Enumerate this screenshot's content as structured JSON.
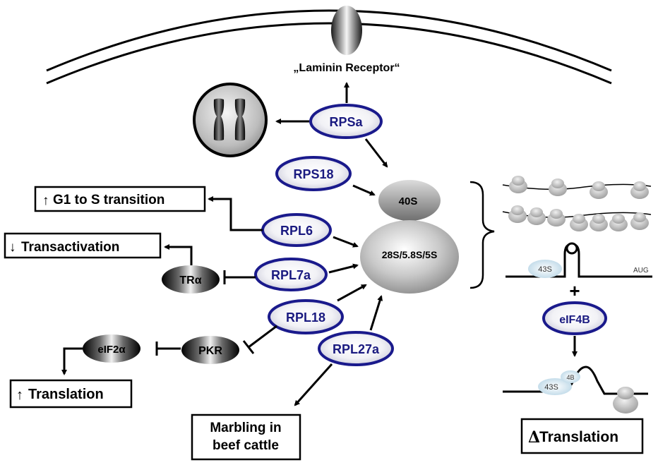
{
  "top": {
    "receptor_label": "„Laminin Receptor“"
  },
  "proteins": {
    "rpsa": "RPSa",
    "rps18": "RPS18",
    "rpl6": "RPL6",
    "rpl7a": "RPL7a",
    "rpl18": "RPL18",
    "rpl27a": "RPL27a",
    "eif4b": "eIF4B"
  },
  "ribosome": {
    "small": "40S",
    "large": "28S/5.8S/5S"
  },
  "dark_nodes": {
    "tra": "TRα",
    "pkr": "PKR",
    "eif2a": "eIF2α"
  },
  "boxes": {
    "g1s_arrow": "↑",
    "g1s": "G1 to S transition",
    "transact_arrow": "↓",
    "transact": "Transactivation",
    "translation_arrow": "↑",
    "translation": "Translation",
    "marbling_line1": "Marbling in",
    "marbling_line2": "beef cattle",
    "delta_symbol": "Δ",
    "delta_translation": "Translation"
  },
  "mrna_panel": {
    "s43": "43S",
    "aug": "AUG",
    "plus": "+",
    "s43b": "43S",
    "b4": "4B"
  },
  "colors": {
    "protein_outline": "#1a1a8c",
    "protein_text": "#1a1a80",
    "black": "#000000"
  }
}
